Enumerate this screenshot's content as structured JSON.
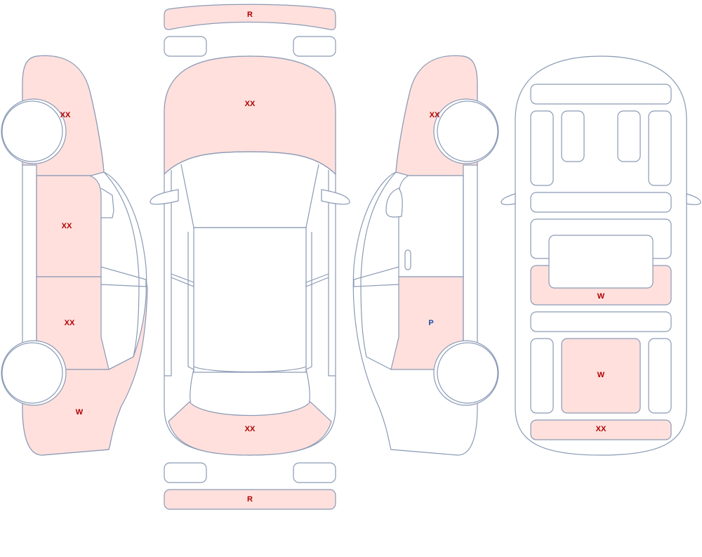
{
  "colors": {
    "damage_fill": "#ffe0dd",
    "outline": "#8a9ab5",
    "label_red": "#b00000",
    "label_blue": "#1a4fa3"
  },
  "labels": {
    "left_front_fender": "XX",
    "left_front_door": "XX",
    "left_rear_door": "XX",
    "left_rear_quarter": "W",
    "front_bumper": "R",
    "hood": "XX",
    "trunk": "XX",
    "rear_bumper": "R",
    "right_front_fender": "XX",
    "right_rear_door": "P",
    "interior_trunk": "W",
    "interior_rear_floor": "W",
    "interior_rear_panel": "XX"
  }
}
